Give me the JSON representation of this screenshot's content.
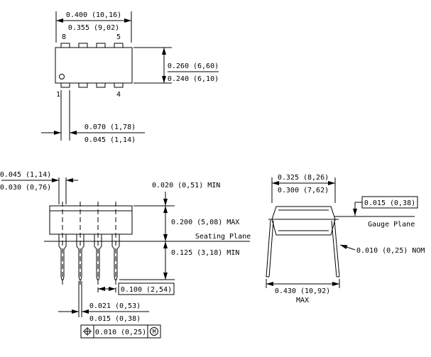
{
  "background": "#ffffff",
  "ink": "#000000",
  "top_view": {
    "dim_length_max": "0.400 (10,16)",
    "dim_length_min": "0.355 (9,02)",
    "pin_top_left": "8",
    "pin_top_right": "5",
    "pin_bottom_left": "1",
    "pin_bottom_right": "4",
    "dim_width_max": "0.260 (6,60)",
    "dim_width_min": "0.240 (6,10)",
    "dim_lead_max": "0.070 (1,78)",
    "dim_lead_min": "0.045 (1,14)"
  },
  "side_view": {
    "dim_lead_width_max": "0.045 (1,14)",
    "dim_lead_width_min": "0.030 (0,76)",
    "dim_standoff": "0.020 (0,51) MIN",
    "dim_height": "0.200 (5,08) MAX",
    "seating_plane_label": "Seating Plane",
    "dim_lead_length": "0.125 (3,18) MIN",
    "dim_pitch": "0.100 (2,54)",
    "dim_lead_thickness_max": "0.021 (0,53)",
    "dim_lead_thickness_min": "0.015 (0,38)",
    "position_tolerance": "0.010 (0,25)",
    "position_modifier": "M"
  },
  "end_view": {
    "dim_row_max": "0.325 (8,26)",
    "dim_row_min": "0.300 (7,62)",
    "dim_gauge": "0.015 (0,38)",
    "gauge_plane_label": "Gauge Plane",
    "dim_lead_nom": "0.010 (0,25) NOM",
    "dim_span": "0.430 (10,92)",
    "dim_span_qualifier": "MAX"
  }
}
